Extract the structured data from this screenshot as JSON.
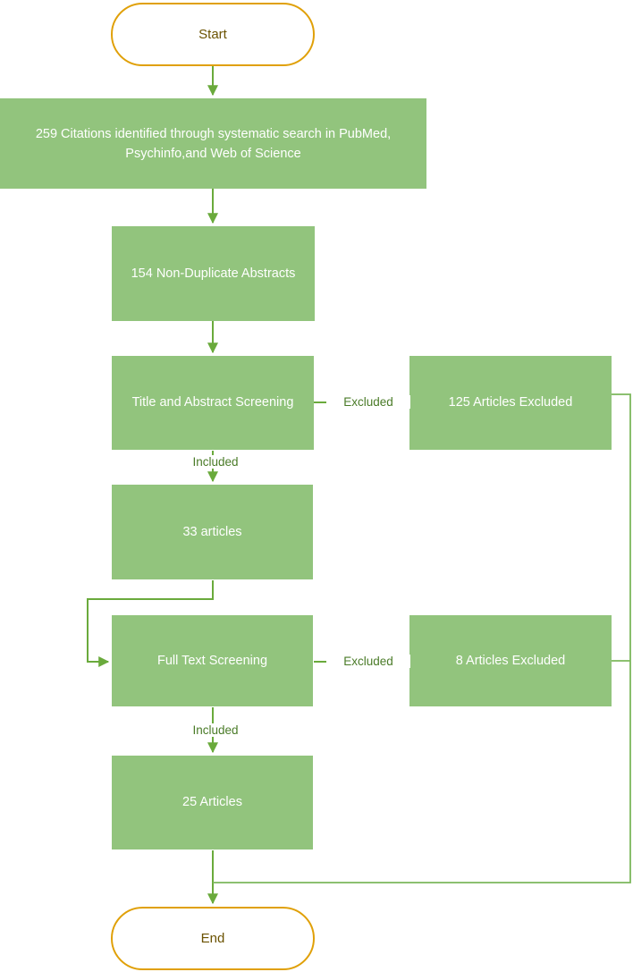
{
  "diagram": {
    "title": "PRISMA study selection flowchart",
    "colors": {
      "process_fill": "#92c47d",
      "process_text": "#ffffff",
      "terminator_border": "#e0a008",
      "terminator_text": "#6b5200",
      "connector": "#6aaa3c",
      "edge_label_text": "#4a7b28",
      "background": "#ffffff"
    },
    "nodes": [
      {
        "id": "start",
        "type": "terminator",
        "label": "Start"
      },
      {
        "id": "citations",
        "type": "process",
        "label": "259 Citations identified through systematic search in PubMed, Psychinfo,and Web of Science"
      },
      {
        "id": "nonduplicate",
        "type": "process",
        "label": "154 Non-Duplicate Abstracts"
      },
      {
        "id": "title_abstract_screening",
        "type": "process",
        "label": "Title and Abstract Screening"
      },
      {
        "id": "excluded_125",
        "type": "process",
        "label": "125 Articles Excluded"
      },
      {
        "id": "articles_33",
        "type": "process",
        "label": "33 articles"
      },
      {
        "id": "full_text_screening",
        "type": "process",
        "label": "Full Text Screening"
      },
      {
        "id": "excluded_8",
        "type": "process",
        "label": "8 Articles Excluded"
      },
      {
        "id": "articles_25",
        "type": "process",
        "label": "25 Articles"
      },
      {
        "id": "end",
        "type": "terminator",
        "label": "End"
      }
    ],
    "edge_labels": {
      "excluded_top": "Excluded",
      "included_top": "Included",
      "excluded_bottom": "Excluded",
      "included_bottom": "Included"
    }
  }
}
